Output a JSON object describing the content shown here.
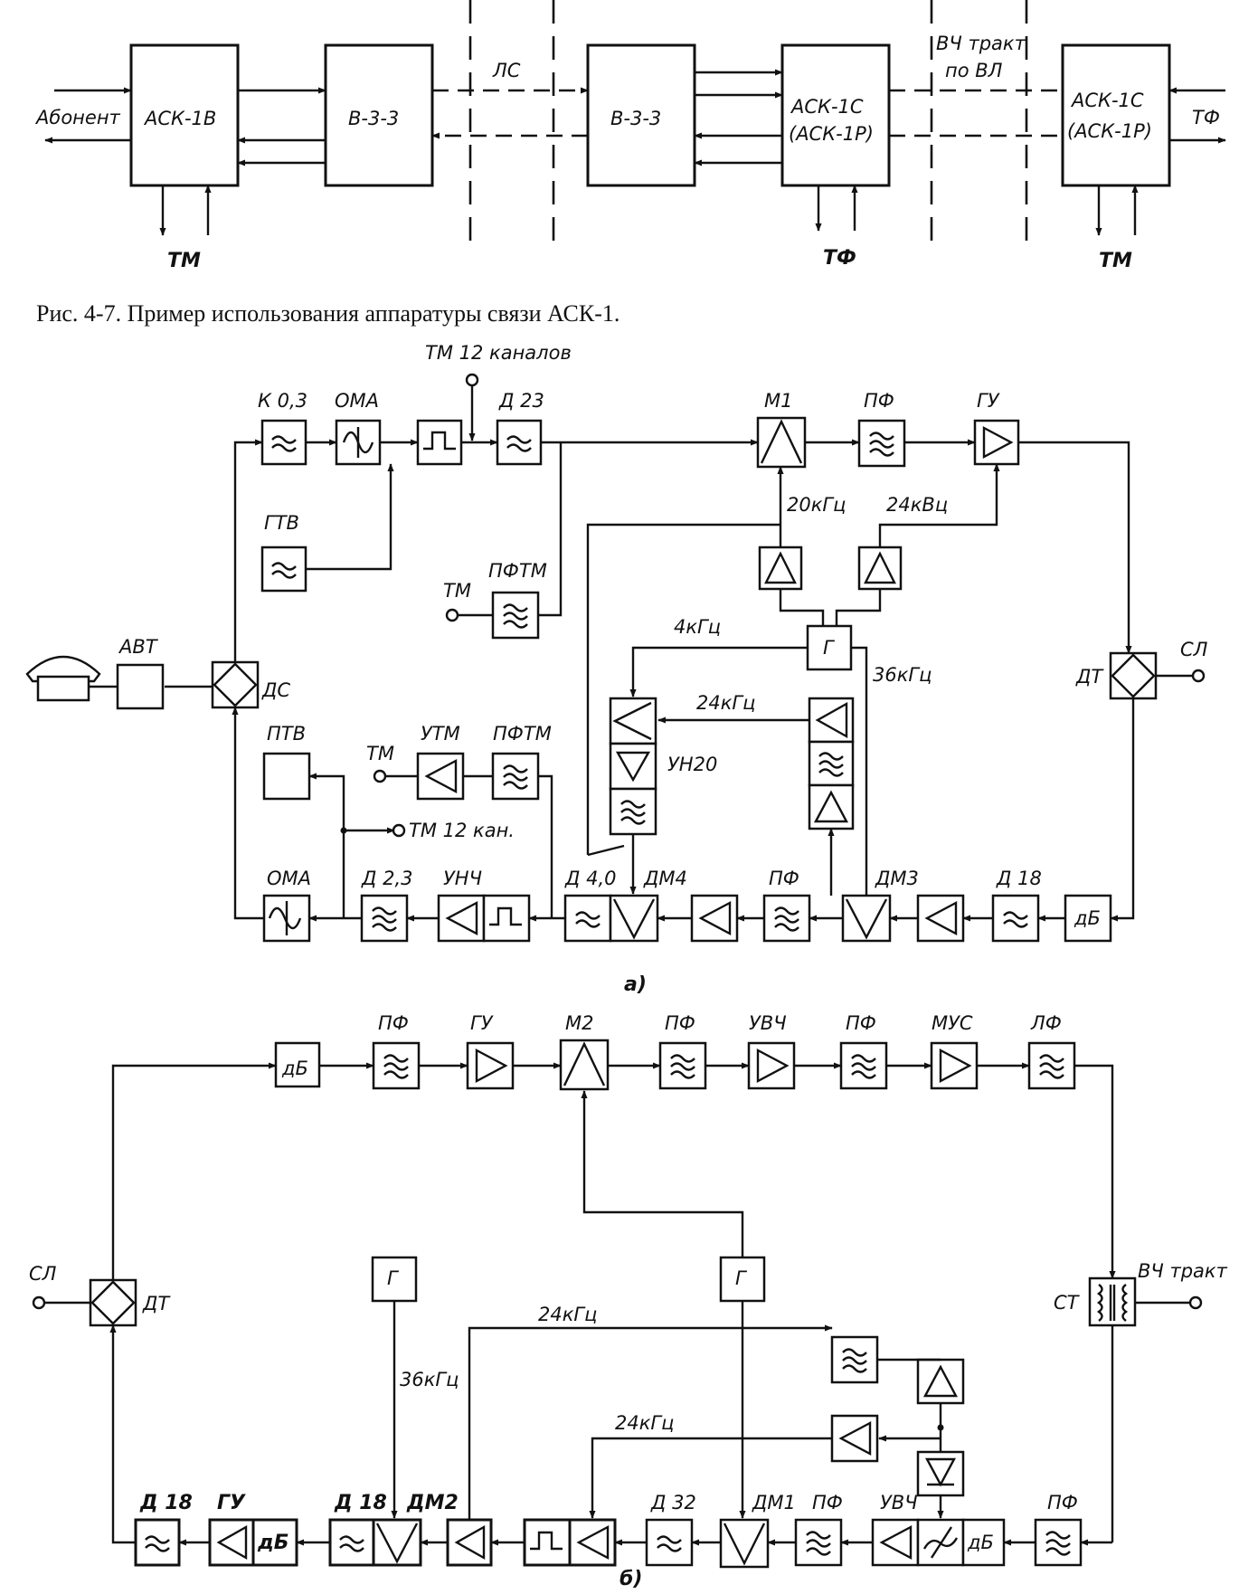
{
  "fig1": {
    "caption": "Рис. 4-7. Пример использования аппаратуры связи АСК-1.",
    "abonent": "Абонент",
    "ask1v": "АСК-1В",
    "v33a": "В-3-3",
    "ls": "ЛС",
    "v33b": "В-3-3",
    "ask1c_a1": "АСК-1С",
    "ask1c_a2": "(АСК-1Р)",
    "vch_a": "ВЧ тракт",
    "vch_b": "по ВЛ",
    "ask1c_b1": "АСК-1С",
    "ask1c_b2": "(АСК-1Р)",
    "tf_right": "ТФ",
    "tm_left": "ТМ",
    "tf_bottom": "ТФ",
    "tm_right": "ТМ"
  },
  "diagA": {
    "sub_label": "а)",
    "labels": {
      "k03": "К 0,3",
      "oma_top": "ОМА",
      "gtv": "ГТВ",
      "tm12": "ТМ  12 каналов",
      "d23": "Д 23",
      "pftm_top": "ПФТМ",
      "tm_in": "ТМ",
      "m1": "М1",
      "pf_top": "ПФ",
      "gu": "ГУ",
      "f20": "20кГц",
      "f24v": "24кВц",
      "f4": "4кГц",
      "g": "Г",
      "f36": "36кГц",
      "sl": "СЛ",
      "dt": "ДТ",
      "avt": "АВТ",
      "ds": "ДС",
      "f24": "24кГц",
      "un20": "УН20",
      "ptv": "ПТВ",
      "tm_utm": "ТМ",
      "utm": "УТМ",
      "pftm_bot": "ПФТМ",
      "tm12k": "ТМ  12 кан.",
      "oma_bot": "ОМА",
      "d23b": "Д 2,3",
      "unch": "УНЧ",
      "d40": "Д 4,0",
      "dm4": "ДМ4",
      "pf_bot": "ПФ",
      "dm3": "ДМ3",
      "d18": "Д 18",
      "db": "дБ"
    }
  },
  "diagB": {
    "sub_label": "б)",
    "labels": {
      "db_top": "дБ",
      "pf1": "ПФ",
      "gu_top": "ГУ",
      "m2": "М2",
      "pf2": "ПФ",
      "uvch_top": "УВЧ",
      "pf3": "ПФ",
      "mus": "МУС",
      "lf": "ЛФ",
      "sl": "СЛ",
      "dt": "ДТ",
      "g1": "Г",
      "g2": "Г",
      "st": "СТ",
      "vch": "ВЧ тракт",
      "f36": "36кГц",
      "f24a": "24кГц",
      "f24b": "24кГц",
      "d18a": "Д 18",
      "gu_bot": "ГУ",
      "db_bot": "дБ",
      "d18b": "Д 18",
      "dm2": "ДМ2",
      "d32": "Д 32",
      "dm1": "ДМ1",
      "pf_b1": "ПФ",
      "uvch_bot": "УВЧ",
      "db_b2": "дБ",
      "pf_b2": "ПФ"
    }
  }
}
